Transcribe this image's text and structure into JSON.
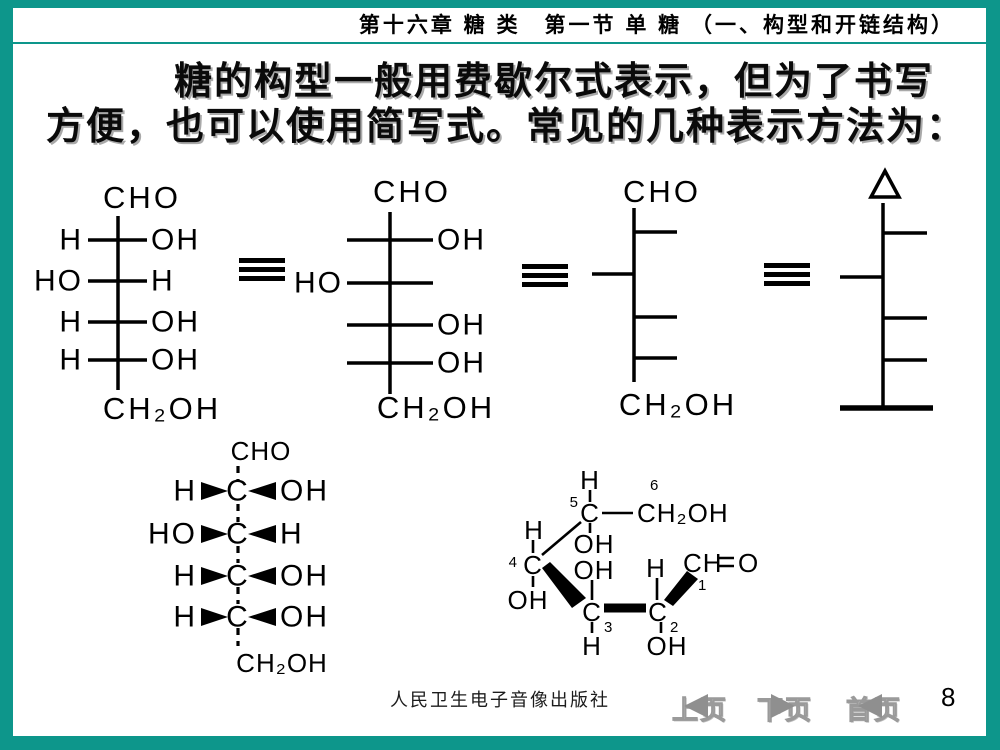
{
  "header": {
    "title": "第十六章 糖 类　第一节 单 糖 （一、构型和开链结构）"
  },
  "intro": {
    "line1": "糖的构型一般用费歇尔式表示，但为了书写",
    "line2": "方便，也可以使用简写式。常见的几种表示方法为："
  },
  "icons": {
    "equivalence": "triple-bar-equivalence",
    "aldehyde_triangle": "outlined-triangle",
    "prev_arrow": "left-triangle",
    "next_arrow": "right-triangle",
    "home_arrow": "left-triangle"
  },
  "fischer_full": {
    "top": "CHO",
    "bottom": "CH₂OH",
    "rows": [
      {
        "left": "H",
        "right": "OH"
      },
      {
        "left": "HO",
        "right": "H"
      },
      {
        "left": "H",
        "right": "OH"
      },
      {
        "left": "H",
        "right": "OH"
      }
    ]
  },
  "fischer_no_h": {
    "top": "CHO",
    "bottom": "CH₂OH",
    "rows": [
      {
        "left": "",
        "right": "OH"
      },
      {
        "left": "HO",
        "right": ""
      },
      {
        "left": "",
        "right": "OH"
      },
      {
        "left": "",
        "right": "OH"
      }
    ]
  },
  "fischer_lines": {
    "top": "CHO",
    "bottom": "CH₂OH"
  },
  "wedge_fischer": {
    "top": "CHO",
    "bottom": "CH₂OH",
    "carbon": "C",
    "rows": [
      {
        "left": "H",
        "right": "OH"
      },
      {
        "left": "HO",
        "right": "H"
      },
      {
        "left": "H",
        "right": "OH"
      },
      {
        "left": "H",
        "right": "OH"
      }
    ]
  },
  "perspective": {
    "h": "H",
    "oh": "OH",
    "c": "C",
    "ch2oh": "CH₂OH",
    "ch": "CH",
    "o": "O",
    "numbers": [
      "1",
      "2",
      "3",
      "4",
      "5",
      "6"
    ]
  },
  "footer": {
    "publisher": "人民卫生电子音像出版社",
    "page": "8",
    "nav": [
      {
        "label": "上页"
      },
      {
        "label": "下页"
      },
      {
        "label": "首页"
      }
    ]
  },
  "colors": {
    "frame": "#0d968b",
    "ink": "#000000",
    "nav_gray": "#9a9a9a"
  }
}
